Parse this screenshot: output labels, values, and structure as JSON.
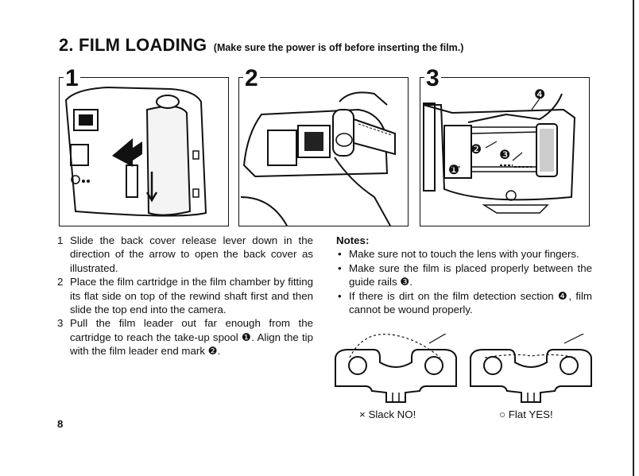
{
  "heading": {
    "title": "2. FILM LOADING",
    "subtitle": "(Make sure the power is off before inserting the film.)"
  },
  "steps": [
    {
      "number": "1",
      "text": "Slide the back cover release lever down in the direction of the arrow to open the back cover as illustrated."
    },
    {
      "number": "2",
      "text": "Place the film cartridge in the film chamber by fitting its flat side on top of the rewind shaft first and then slide the top end into the camera."
    },
    {
      "number": "3",
      "text": "Pull the film leader out far enough from the cartridge to reach the take-up spool ❶. Align the tip with the film leader end mark ❷."
    }
  ],
  "notes": {
    "title": "Notes:",
    "items": [
      "Make sure not to touch the lens with your fingers.",
      "Make sure the film is placed properly between the guide rails ❸.",
      "If there is dirt on the film detection section ❹, film cannot be wound properly."
    ]
  },
  "callouts": {
    "one": "❶",
    "two": "❷",
    "three": "❸",
    "four": "❹"
  },
  "captions": {
    "slack": "× Slack NO!",
    "flat": "○ Flat YES!"
  },
  "page_number": "8"
}
